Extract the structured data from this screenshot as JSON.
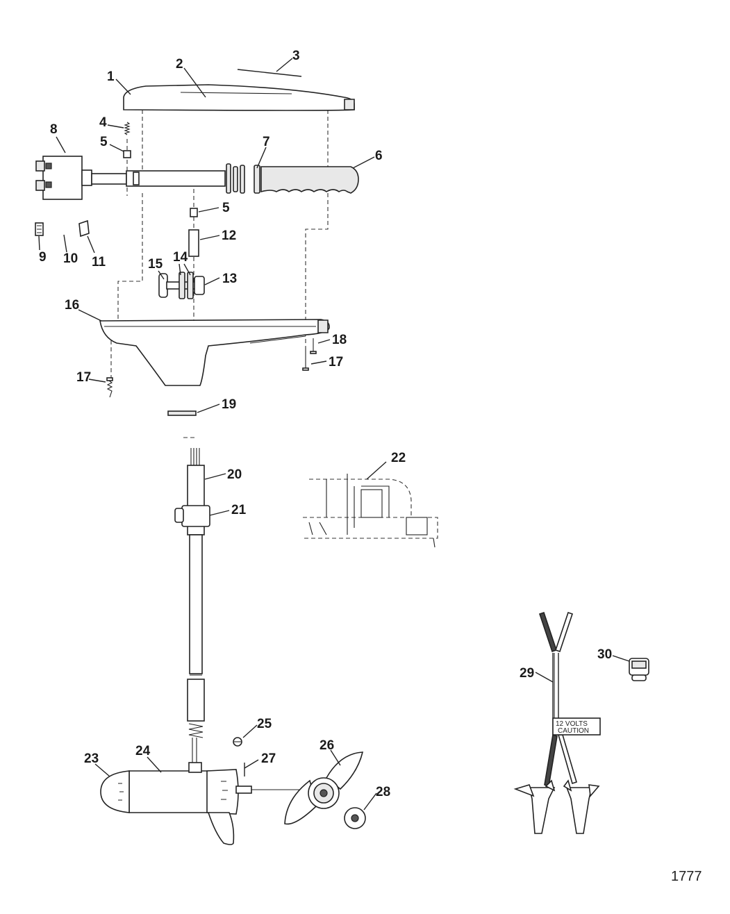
{
  "labels": {
    "n1": "1",
    "n2": "2",
    "n3": "3",
    "n4": "4",
    "n5a": "5",
    "n5b": "5",
    "n6": "6",
    "n7": "7",
    "n8": "8",
    "n9": "9",
    "n10": "10",
    "n11": "11",
    "n12": "12",
    "n13": "13",
    "n14": "14",
    "n15": "15",
    "n16": "16",
    "n17a": "17",
    "n17b": "17",
    "n18": "18",
    "n19": "19",
    "n20": "20",
    "n21": "21",
    "n22": "22",
    "n23": "23",
    "n24": "24",
    "n25": "25",
    "n26": "26",
    "n27": "27",
    "n28": "28",
    "n29": "29",
    "n30": "30"
  },
  "caution_label": {
    "line1": "12 VOLTS",
    "line2": "CAUTION"
  },
  "figure_number": "1777"
}
